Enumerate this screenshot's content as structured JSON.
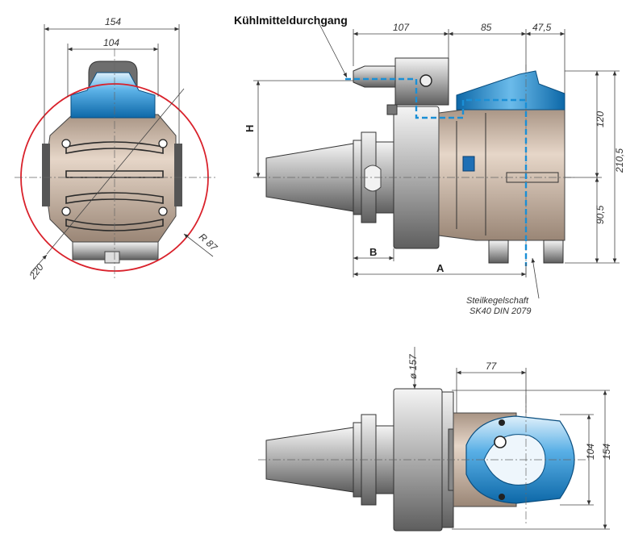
{
  "labels": {
    "coolant": "Kühlmitteldurchgang",
    "shank_line1": "Steilkegelschaft",
    "shank_line2": "SK40 DIN 2079"
  },
  "front_view": {
    "width_outer": "154",
    "width_inner": "104",
    "diameter": "220",
    "radius": "R 87"
  },
  "side_view": {
    "dim_107": "107",
    "dim_85": "85",
    "dim_47_5": "47,5",
    "dim_120": "120",
    "dim_210_5": "210,5",
    "dim_90_5": "90,5",
    "dim_H": "H",
    "dim_B": "B",
    "dim_A": "A"
  },
  "top_view": {
    "diameter_157": "ø 157",
    "dim_77": "77",
    "dim_104": "104",
    "dim_154": "154"
  },
  "colors": {
    "body": "#ccb8a6",
    "accent_blue": "#2a8fd6",
    "steel": "#c8c8c8",
    "dark_steel": "#7a7a7a",
    "circle_red": "#d9212b"
  }
}
